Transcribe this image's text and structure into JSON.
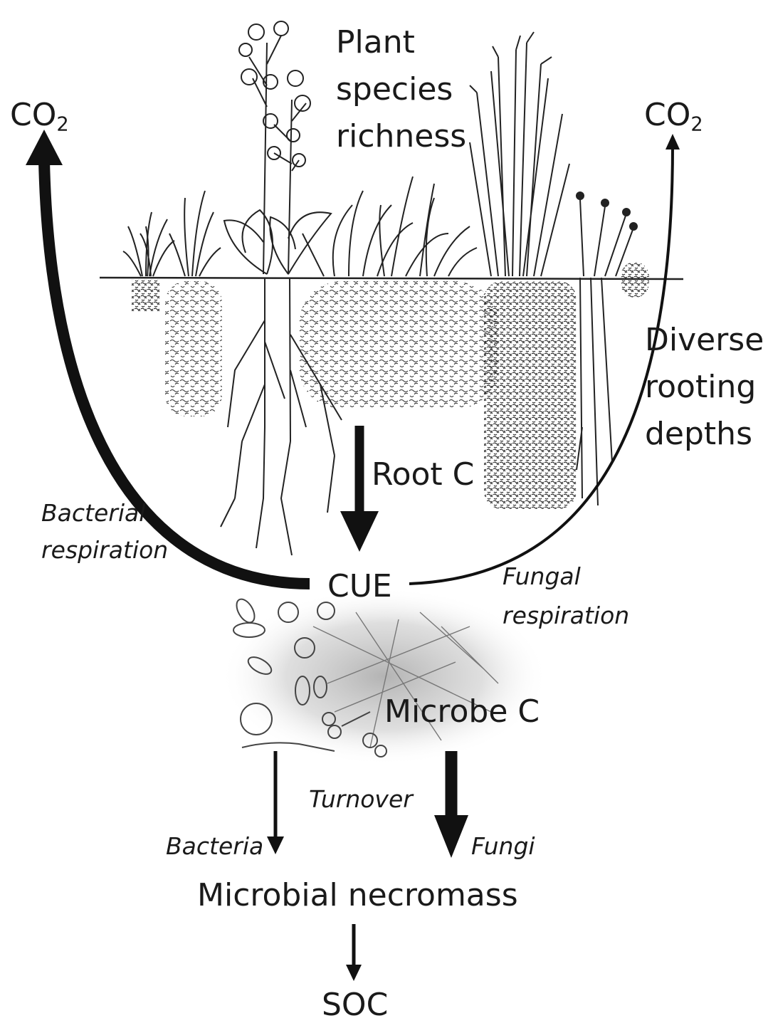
{
  "labels": {
    "plant_richness": [
      "Plant",
      "species",
      "richness"
    ],
    "co2_left": {
      "base": "CO",
      "sub": "2"
    },
    "co2_right": {
      "base": "CO",
      "sub": "2"
    },
    "rooting": [
      "Diverse",
      "rooting",
      "depths"
    ],
    "root_c": "Root C",
    "bacterial_resp": [
      "Bacterial",
      "respiration"
    ],
    "fungal_resp": [
      "Fungal",
      "respiration"
    ],
    "cue": "CUE",
    "microbe_c": "Microbe C",
    "turnover": "Turnover",
    "bacteria": "Bacteria",
    "fungi": "Fungi",
    "necromass": "Microbial necromass",
    "soc": "SOC"
  },
  "colors": {
    "ink": "#1a1a1a",
    "background": "#ffffff",
    "mycelium": "#8a8a8a"
  }
}
